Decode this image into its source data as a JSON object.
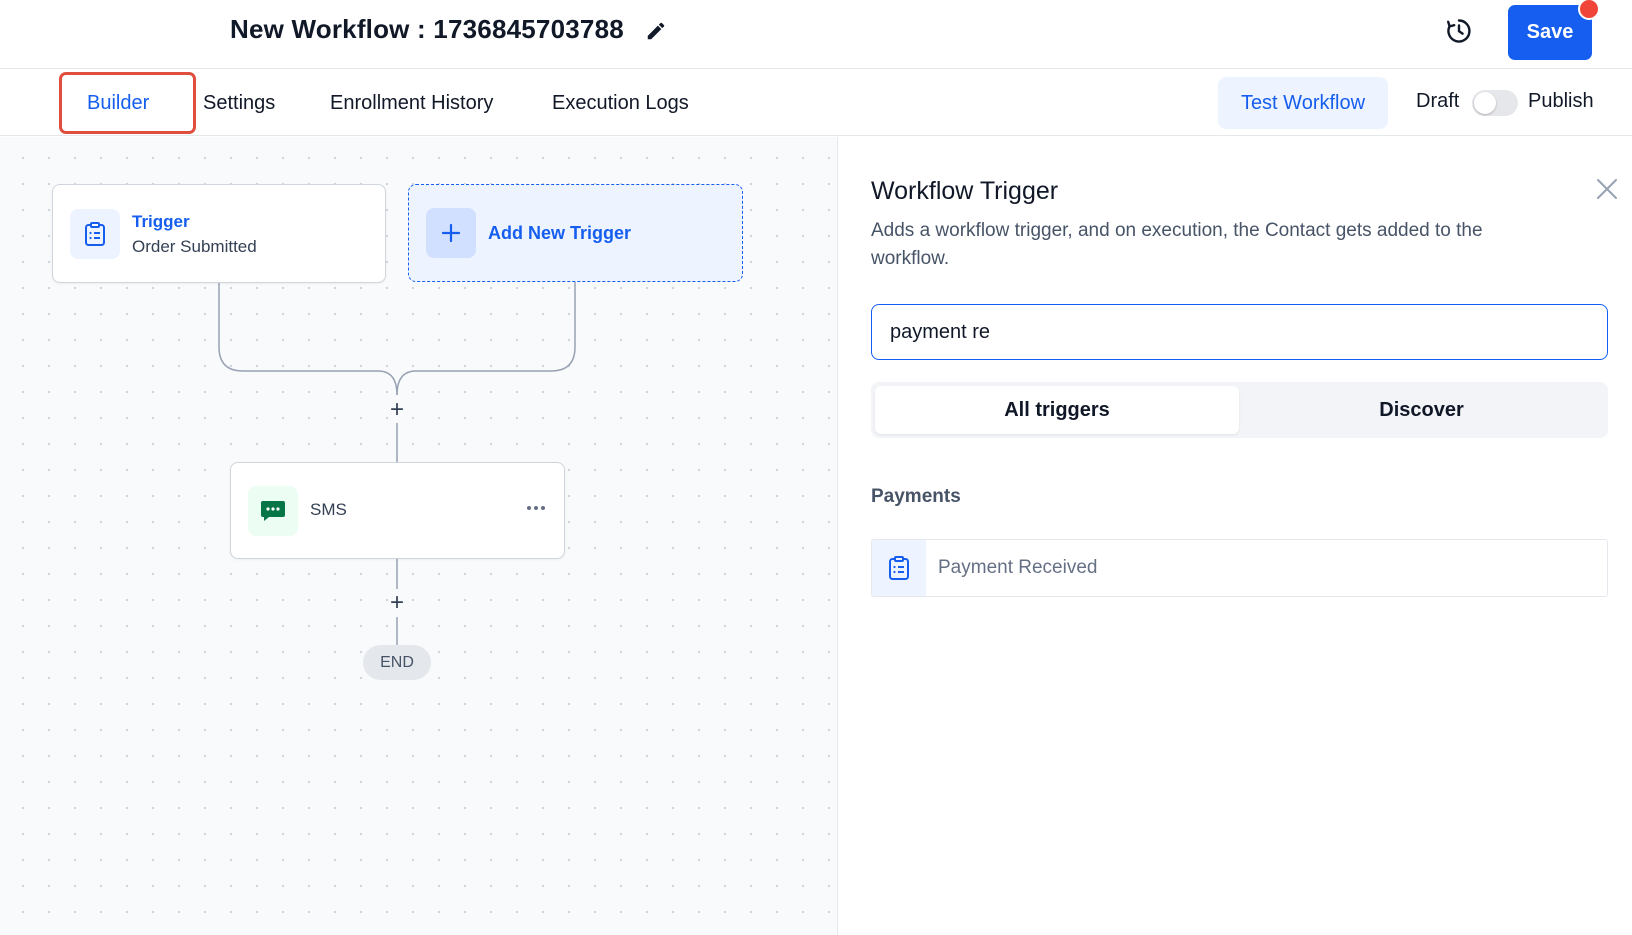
{
  "header": {
    "workflow_title": "New Workflow : 1736845703788",
    "save_label": "Save",
    "icons": {
      "edit": "pencil-icon",
      "history": "history-icon"
    }
  },
  "tabs": [
    {
      "label": "Builder",
      "active": true
    },
    {
      "label": "Settings",
      "active": false
    },
    {
      "label": "Enrollment History",
      "active": false
    },
    {
      "label": "Execution Logs",
      "active": false
    }
  ],
  "toolbar": {
    "test_workflow_label": "Test Workflow",
    "draft_label": "Draft",
    "publish_label": "Publish",
    "published": false
  },
  "canvas": {
    "trigger_node": {
      "title": "Trigger",
      "subtitle": "Order Submitted",
      "icon": "clipboard-icon"
    },
    "add_trigger": {
      "label": "Add New Trigger",
      "icon": "plus-icon"
    },
    "action_node": {
      "label": "SMS",
      "icon": "message-icon"
    },
    "plus_symbol": "+",
    "end_label": "END"
  },
  "panel": {
    "title": "Workflow Trigger",
    "description": "Adds a workflow trigger, and on execution, the Contact gets added to the workflow.",
    "search_value": "payment re",
    "segments": [
      {
        "label": "All triggers",
        "active": true
      },
      {
        "label": "Discover",
        "active": false
      }
    ],
    "section_label": "Payments",
    "results": [
      {
        "label": "Payment Received",
        "icon": "clipboard-icon"
      }
    ]
  },
  "colors": {
    "primary": "#155eef",
    "primary_light": "#eef4ff",
    "highlight_border": "#e04f3e",
    "notification": "#f04438",
    "sms_icon": "#067647"
  }
}
